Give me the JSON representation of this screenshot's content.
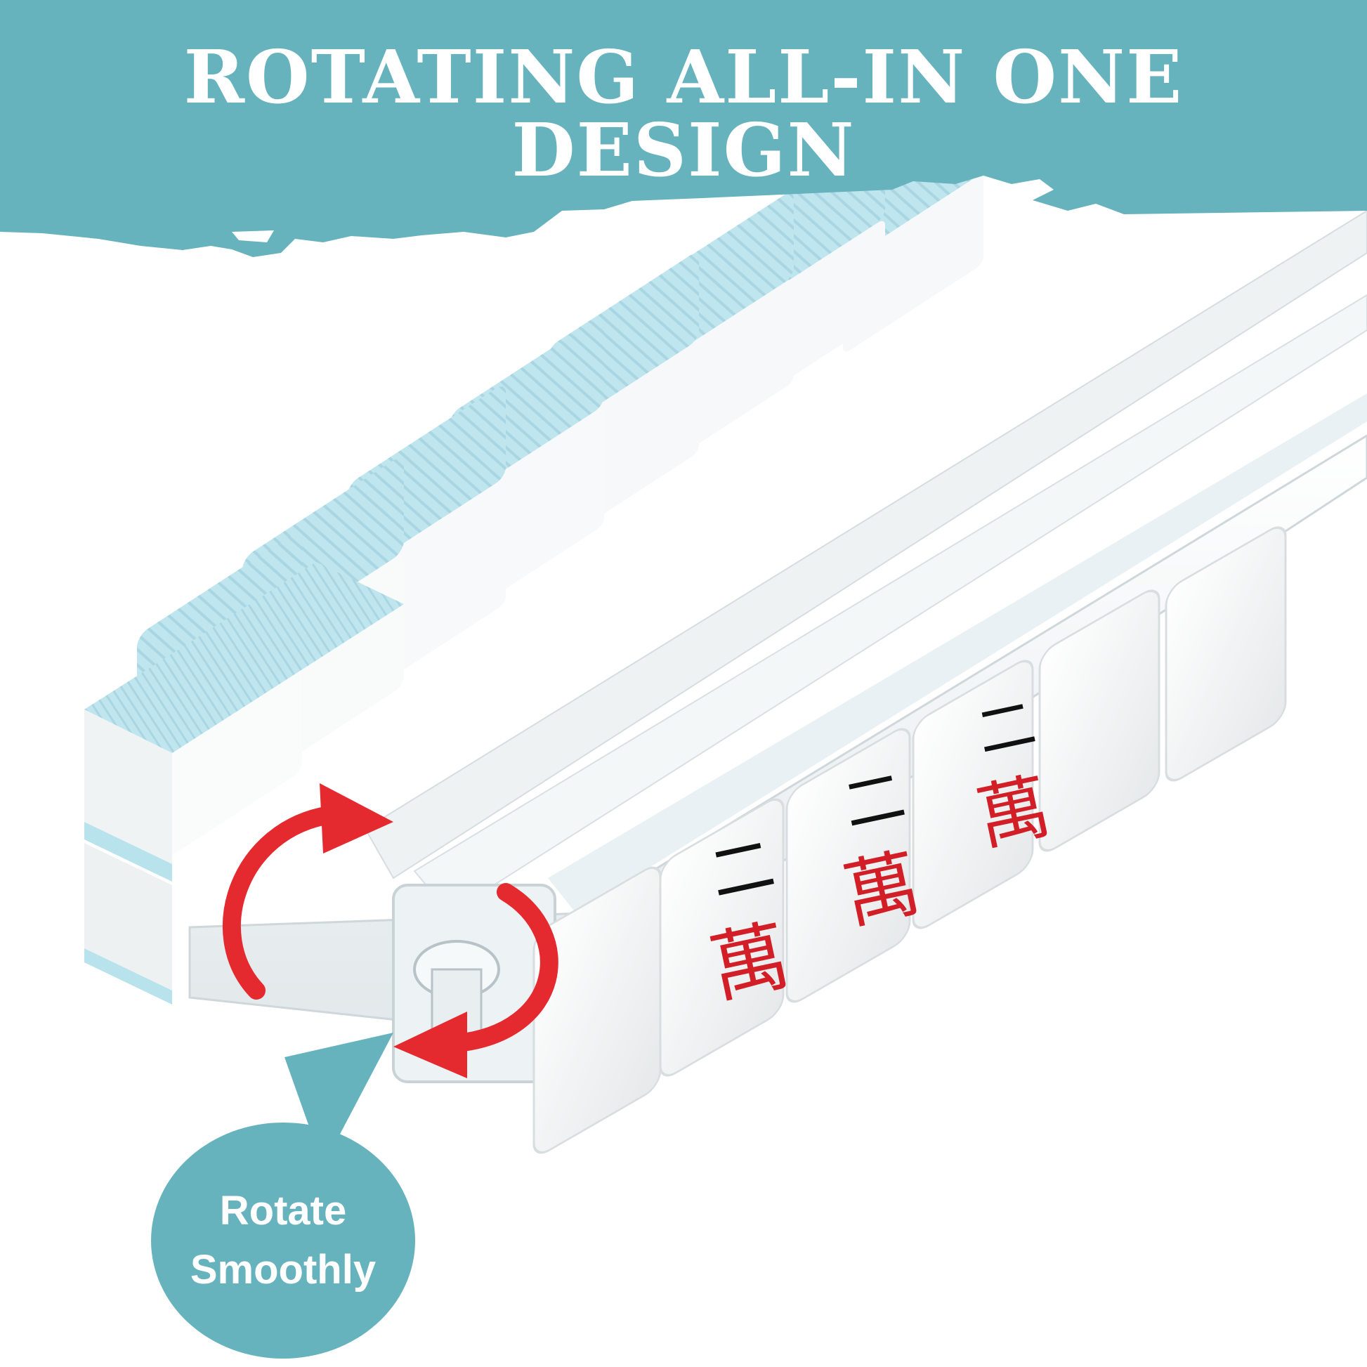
{
  "headline": "ROTATING ALL-IN ONE DESIGN",
  "callout": {
    "line1": "Rotate",
    "line2": "Smoothly"
  },
  "tile_text": {
    "number": "二",
    "suit": "萬"
  },
  "colors": {
    "banner": "#66b3be",
    "tile_back": "#b8e2ec",
    "tile_face": "#fafafa",
    "arrow": "#e52a2f",
    "suit_red": "#d21f27",
    "ink": "#111111"
  },
  "icons": [
    "rotate-arrow-icon",
    "speech-bubble"
  ]
}
